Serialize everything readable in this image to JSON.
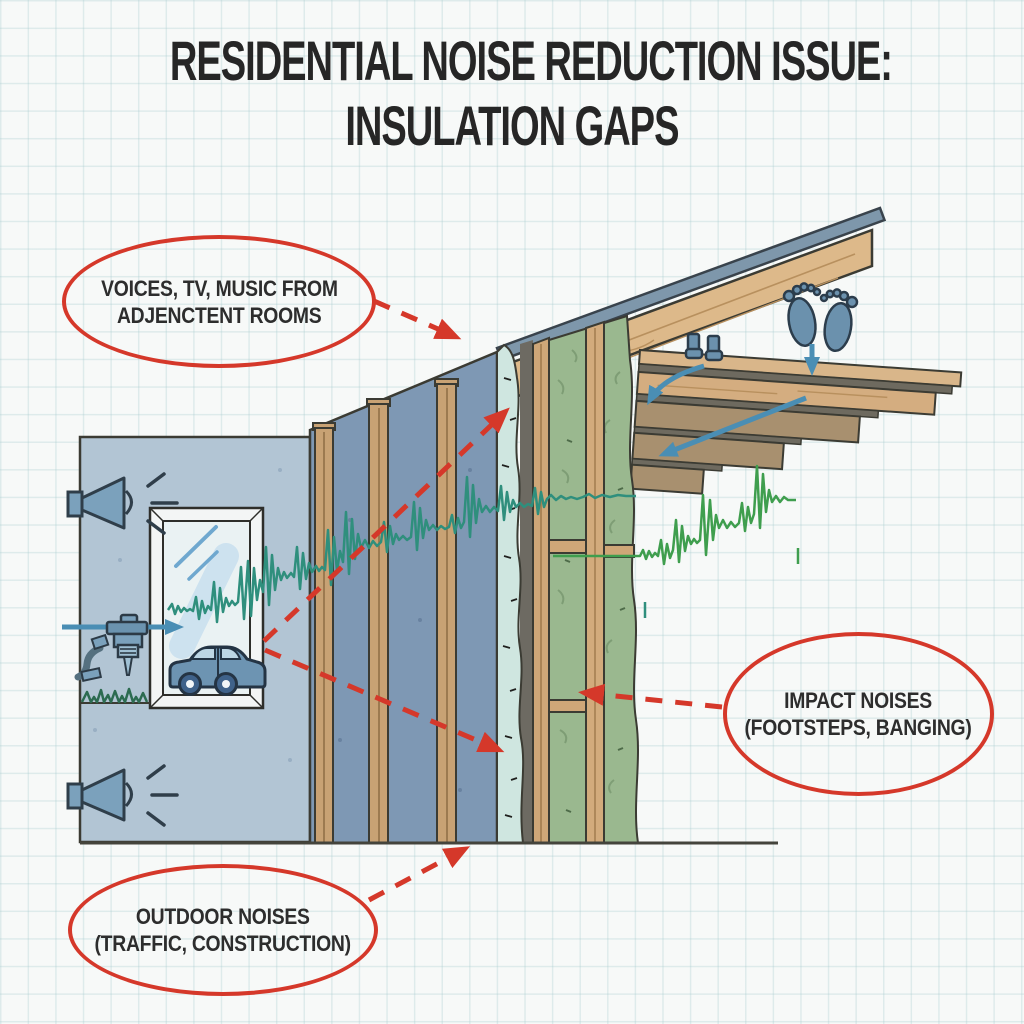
{
  "title": {
    "line1": "RESIDENTIAL NOISE REDUCTION ISSUE:",
    "line2": "INSULATION GAPS"
  },
  "callouts": {
    "adjacent_rooms": {
      "line1": "VOICES, TV, MUSIC FROM",
      "line2": "ADJENCTENT ROOMS"
    },
    "impact_noises": {
      "line1": "IMPACT NOISES",
      "line2": "(FOOTSTEPS, BANGING)"
    },
    "outdoor_noises": {
      "line1": "OUTDOOR NOISES",
      "line2": "(TRAFFIC, CONSTRUCTION)"
    }
  },
  "icons": {
    "speaker_top": "loudspeaker-icon",
    "speaker_bottom": "loudspeaker-icon",
    "jackhammer": "jackhammer-icon",
    "drill_tool": "pneumatic-drill-icon",
    "car": "car-icon",
    "window": "window-icon",
    "footprints": "footprints-icon",
    "boots": "boots-icon",
    "wave_left": "teal-sound-wave",
    "wave_right": "green-sound-wave",
    "grass": "grass-icon"
  },
  "colors": {
    "accent_red": "#d5382a",
    "title_text": "#262626",
    "wall_interior": "#b2c5d4",
    "wall_panel": "#7e98b4",
    "stud_wood": "#c8a274",
    "insulation_mint": "#cfe6e0",
    "air_gap_gray": "#6d6a62",
    "insulation_green": "#9ab88f",
    "roof_wood": "#ddb98a",
    "roof_cap": "#7e97ab",
    "joist_brown": "#a8906f",
    "deck_tan": "#d9b68a",
    "icon_blue": "#7ba1bc",
    "arrow_blue": "#4a8eb4",
    "wave_teal": "#2f8f7d",
    "wave_green": "#3f9e4e",
    "background": "#f7f9f8"
  }
}
